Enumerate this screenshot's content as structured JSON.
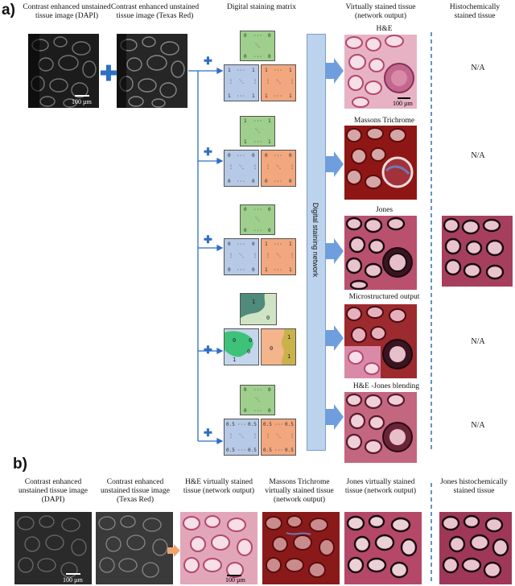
{
  "panel_a": {
    "letter": "a)",
    "headers": {
      "dapi": "Contrast enhanced unstained tissue image (DAPI)",
      "texas": "Contrast enhanced unstained tissue image (Texas Red)",
      "matrix": "Digital staining matrix",
      "virtual": "Virtually stained tissue (network output)",
      "histo": "Histochemically stained tissue"
    },
    "network_label": "Digital staining network",
    "scale_bar": "100 µm",
    "rows": [
      {
        "label": "H&E",
        "histo": "N/A"
      },
      {
        "label": "Massons Trichrome",
        "histo": "N/A"
      },
      {
        "label": "Jones",
        "histo": ""
      },
      {
        "label": "Microstructured output",
        "histo": "N/A"
      },
      {
        "label": "H&E -Jones blending",
        "histo": "N/A"
      }
    ],
    "matrix_values": {
      "zero": "0",
      "one": "1",
      "half": "0.5",
      "dots": "···",
      "vdots": "⋮",
      "ddots": "⋱"
    }
  },
  "panel_b": {
    "letter": "b)",
    "headers": {
      "dapi": "Contrast enhanced unstained tissue image (DAPI)",
      "texas": "Contrast enhanced unstained tissue image (Texas Red)",
      "he": "H&E virtually stained tissue (network output)",
      "masson": "Massons Trichrome virtually stained tissue (network output)",
      "jones": "Jones virtually stained tissue (network output)",
      "jones_histo": "Jones histochemically stained tissue"
    },
    "scale_bar": "100 µm"
  },
  "colors": {
    "accent_blue": "#2e6fc4",
    "network_fill": "#bcd3ee",
    "he_pink": "#d98aa6",
    "masson_red": "#a8201e",
    "jones_dark": "#3a1420"
  }
}
